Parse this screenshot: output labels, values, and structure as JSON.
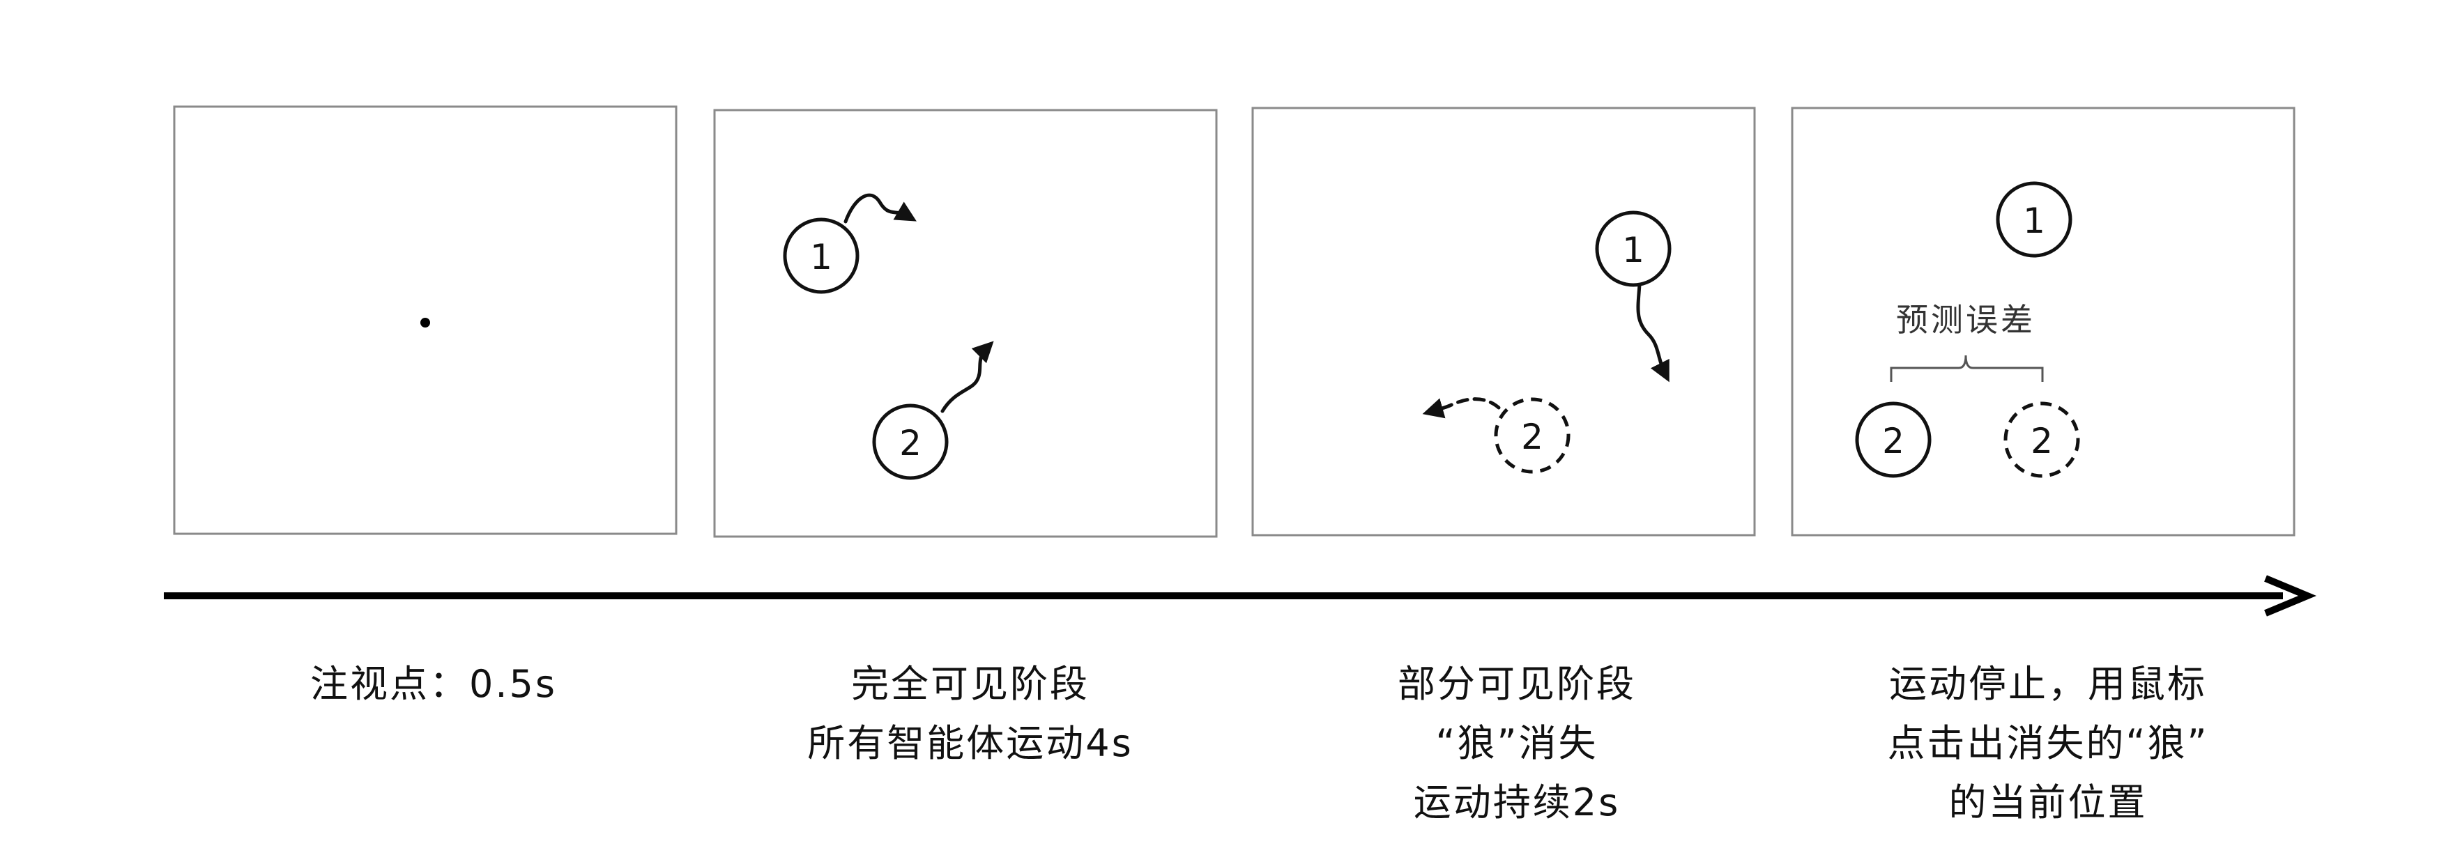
{
  "panels": [
    {
      "caption_lines": [
        "注视点：0.5s"
      ],
      "agents": []
    },
    {
      "caption_lines": [
        "完全可见阶段",
        "所有智能体运动4s"
      ],
      "agents": [
        {
          "label": "1",
          "style": "solid"
        },
        {
          "label": "2",
          "style": "solid"
        }
      ]
    },
    {
      "caption_lines": [
        "部分可见阶段",
        "“狼”消失",
        "运动持续2s"
      ],
      "agents": [
        {
          "label": "1",
          "style": "solid"
        },
        {
          "label": "2",
          "style": "dashed"
        }
      ]
    },
    {
      "caption_lines": [
        "运动停止，用鼠标",
        "点击出消失的“狼”",
        "的当前位置"
      ],
      "agents": [
        {
          "label": "1",
          "style": "solid"
        },
        {
          "label": "2",
          "style": "solid"
        },
        {
          "label": "2",
          "style": "dashed"
        }
      ],
      "error_label": "预测误差"
    }
  ]
}
